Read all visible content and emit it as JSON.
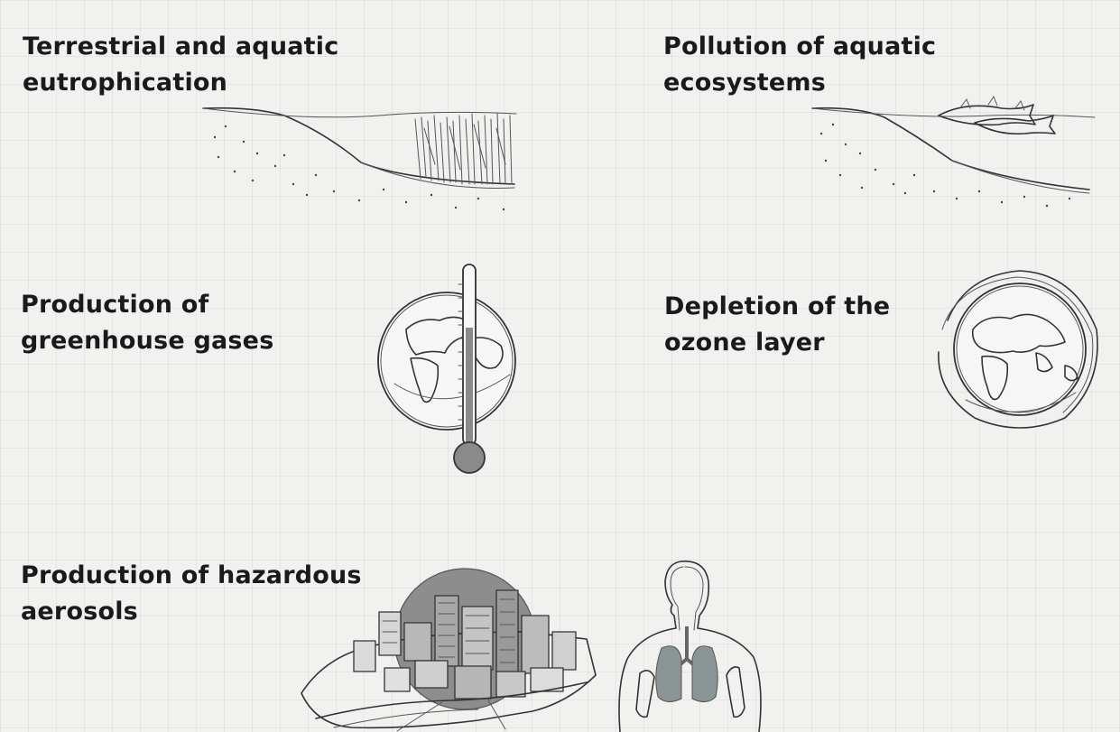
{
  "topics": {
    "eutrophication": {
      "line1": "Terrestrial and aquatic",
      "line2": "eutrophication"
    },
    "aquatic_pollution": {
      "line1": "Pollution of aquatic",
      "line2": "ecosystems"
    },
    "greenhouse": {
      "line1": "Production of",
      "line2": "greenhouse gases"
    },
    "ozone": {
      "line1": "Depletion of the",
      "line2": "ozone layer"
    },
    "aerosols": {
      "line1": "Production of hazardous",
      "line2": "aerosols"
    }
  },
  "icons": {
    "eutrophication": "lake-with-reeds-illustration",
    "aquatic_pollution": "lake-with-dead-fish-illustration",
    "greenhouse": "globe-with-thermometer-illustration",
    "ozone": "globe-with-ozone-layer-illustration",
    "aerosols": "city-under-smog-illustration",
    "lungs": "human-lungs-illustration"
  },
  "colors": {
    "background": "#f1f1f0",
    "text": "#1a1a1a",
    "ink": "#333333",
    "shade": "#8a8a8a"
  }
}
